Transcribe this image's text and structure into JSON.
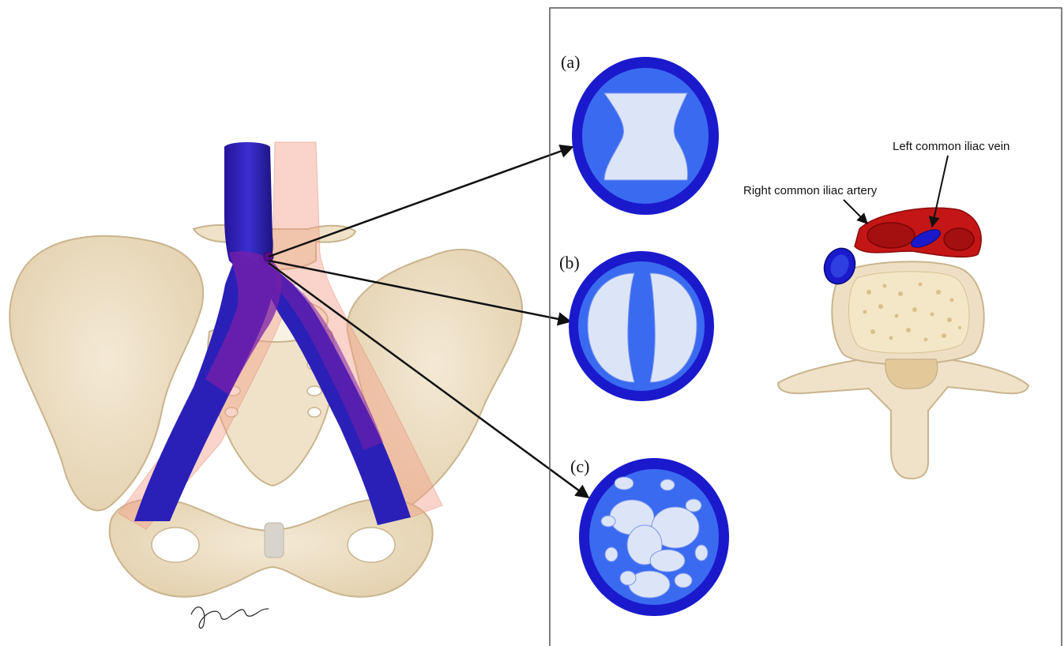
{
  "figure": {
    "panel_labels": [
      "(a)",
      "(b)",
      "(c)"
    ],
    "cross_section_labels": {
      "left_vein": "Left common iliac vein",
      "right_artery": "Right common iliac artery"
    },
    "colors": {
      "vein_dark": "#1a1acc",
      "vein_mid": "#3a6af0",
      "vein_lumen": "#dce4f7",
      "artery": "#c41616",
      "bone": "#eedfc4",
      "bone_edge": "#c9b48e",
      "artery_overlay": "#f3a08a",
      "vein_overlay": "#7a1fa8"
    }
  }
}
